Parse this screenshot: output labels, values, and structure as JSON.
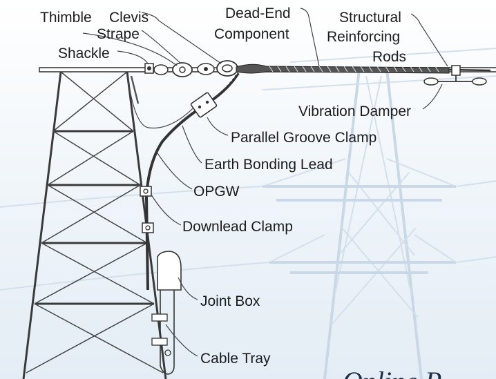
{
  "labels": {
    "thimble": "Thimble",
    "clevis": "Clevis",
    "strape": "Strape",
    "shackle": "Shackle",
    "dead_end_1": "Dead-End",
    "dead_end_2": "Component",
    "structural_1": "Structural",
    "structural_2": "Reinforcing",
    "structural_3": "Rods",
    "vibration_damper": "Vibration Damper",
    "parallel_groove_clamp": "Parallel Groove Clamp",
    "earth_bonding_lead": "Earth Bonding Lead",
    "opgw": "OPGW",
    "downlead_clamp": "Downlead Clamp",
    "joint_box": "Joint Box",
    "cable_tray": "Cable Tray",
    "watermark_text": "Online P"
  },
  "colors": {
    "label_text": "#1c1c1c",
    "tower_line": "#3a3a3a",
    "background_tower": "#c9d8e6",
    "watermark": "#1e2f4a"
  }
}
